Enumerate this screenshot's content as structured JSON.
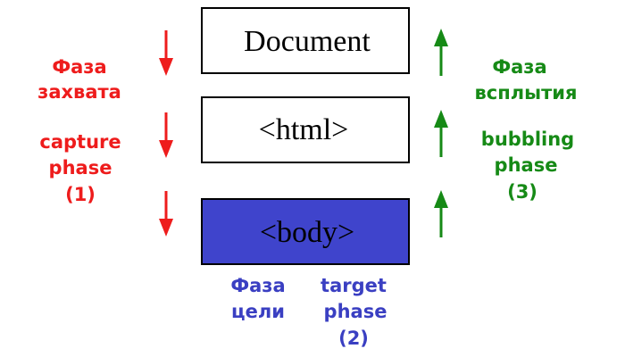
{
  "nodes": [
    {
      "label": "Document",
      "fill": "#ffffff"
    },
    {
      "label": "<html>",
      "fill": "#ffffff"
    },
    {
      "label": "<body>",
      "fill": "#3f44cc"
    }
  ],
  "capture": {
    "ru_line1": "Фаза",
    "ru_line2": "захвата",
    "en_line1": "capture",
    "en_line2": "phase",
    "number": "(1)",
    "color": "#ee1c1c"
  },
  "bubbling": {
    "ru_line1": "Фаза",
    "ru_line2": "всплытия",
    "en_line1": "bubbling",
    "en_line2": "phase",
    "number": "(3)",
    "color": "#168a16"
  },
  "target": {
    "ru_line1": "Фаза",
    "ru_line2": "цели",
    "en_line1": "target",
    "en_line2": "phase",
    "number": "(2)",
    "color": "#3a3fc2"
  },
  "colors": {
    "box_border": "#000000",
    "arrow_down": "#ee1c1c",
    "arrow_up": "#168a16"
  }
}
